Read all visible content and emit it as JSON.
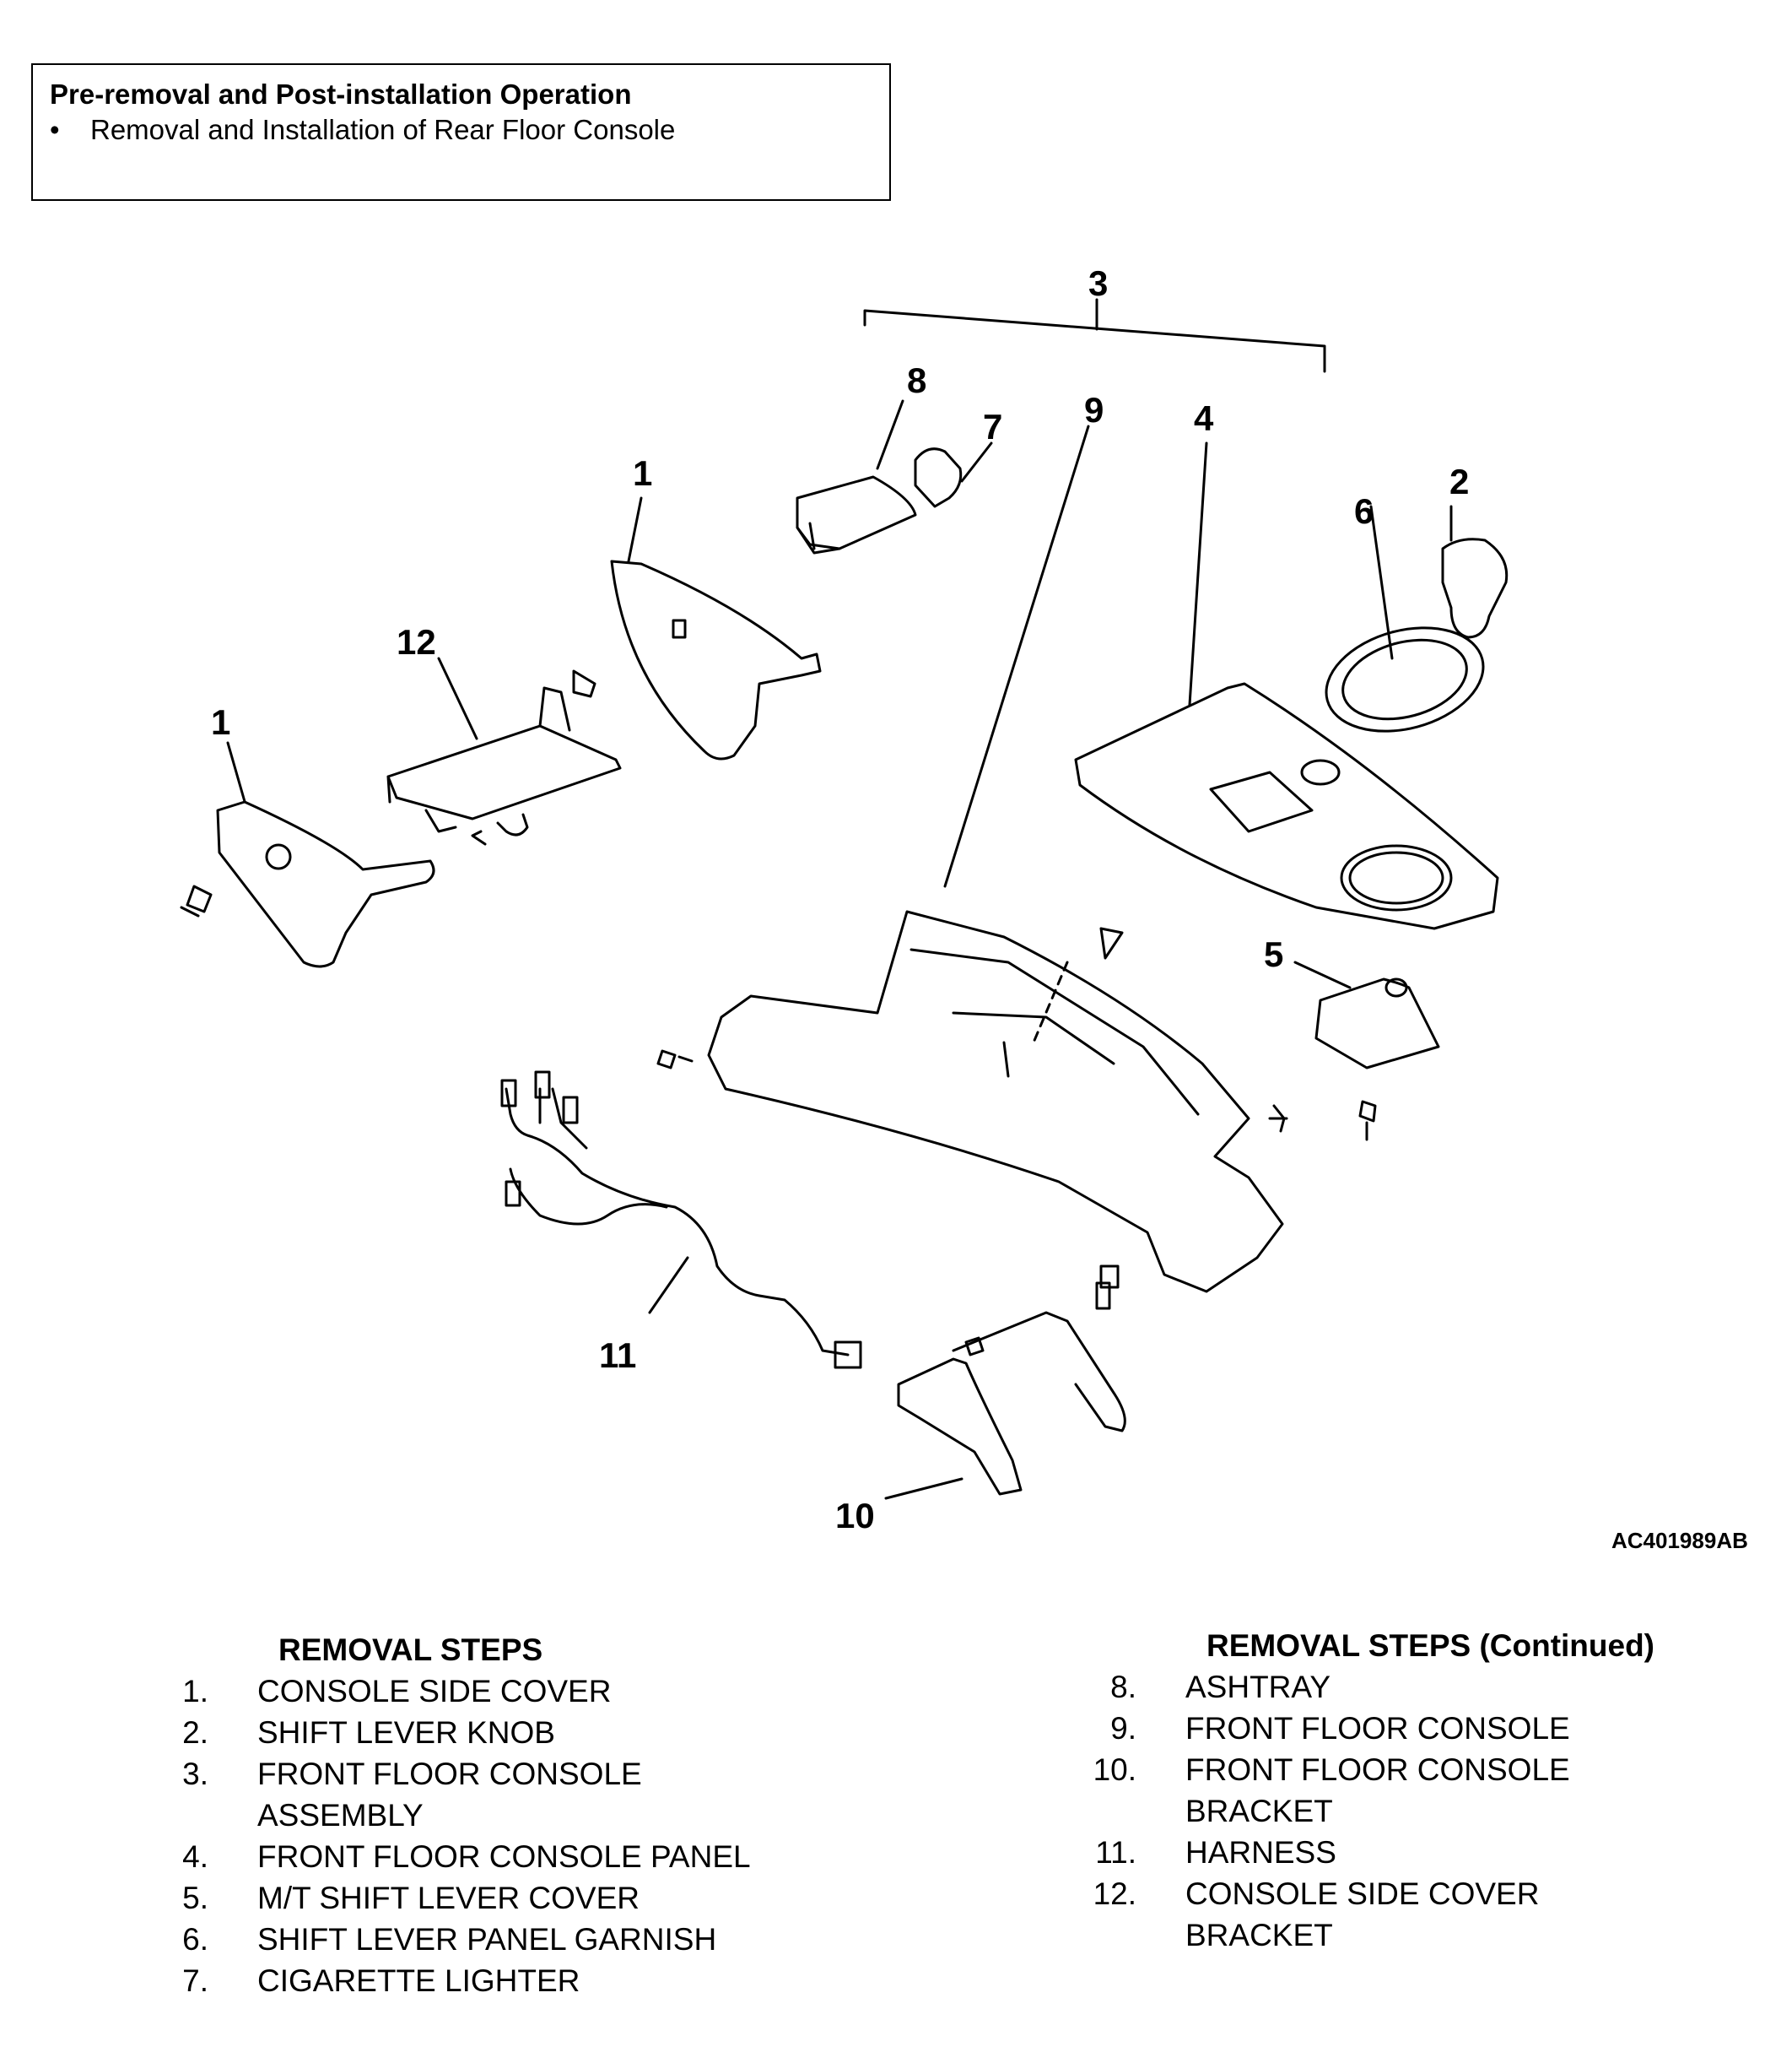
{
  "pre_op": {
    "title": "Pre-removal and Post-installation Operation",
    "bullet": "•",
    "item": "Removal and Installation of Rear Floor Console"
  },
  "callouts": [
    "1",
    "1",
    "2",
    "3",
    "4",
    "5",
    "6",
    "7",
    "8",
    "9",
    "10",
    "11",
    "12"
  ],
  "figure_code": "AC401989AB",
  "removal_steps_left": {
    "heading": "REMOVAL STEPS",
    "items": [
      {
        "num": "1.",
        "text": "CONSOLE SIDE COVER"
      },
      {
        "num": "2.",
        "text": "SHIFT LEVER KNOB"
      },
      {
        "num": "3.",
        "text": "FRONT FLOOR CONSOLE ASSEMBLY"
      },
      {
        "num": "4.",
        "text": "FRONT FLOOR CONSOLE PANEL"
      },
      {
        "num": "5.",
        "text": "M/T SHIFT LEVER COVER"
      },
      {
        "num": "6.",
        "text": "SHIFT LEVER PANEL GARNISH"
      },
      {
        "num": "7.",
        "text": "CIGARETTE LIGHTER"
      }
    ]
  },
  "removal_steps_right": {
    "heading": "REMOVAL STEPS (Continued)",
    "items": [
      {
        "num": "8.",
        "text": "ASHTRAY"
      },
      {
        "num": "9.",
        "text": "FRONT FLOOR CONSOLE"
      },
      {
        "num": "10.",
        "text": "FRONT FLOOR CONSOLE BRACKET"
      },
      {
        "num": "11.",
        "text": "HARNESS"
      },
      {
        "num": "12.",
        "text": "CONSOLE SIDE COVER BRACKET"
      }
    ]
  }
}
